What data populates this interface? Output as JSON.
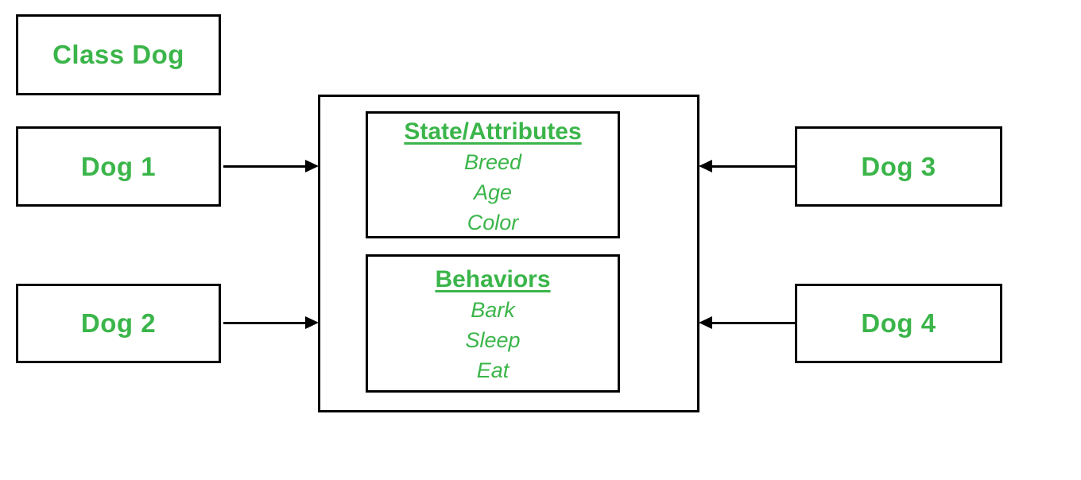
{
  "diagram": {
    "class_box": {
      "label": "Class Dog"
    },
    "instances": [
      {
        "id": "dog-1",
        "label": "Dog 1",
        "side": "left"
      },
      {
        "id": "dog-2",
        "label": "Dog 2",
        "side": "left"
      },
      {
        "id": "dog-3",
        "label": "Dog 3",
        "side": "right"
      },
      {
        "id": "dog-4",
        "label": "Dog 4",
        "side": "right"
      }
    ],
    "sections": [
      {
        "title": "State/Attributes",
        "items": [
          "Breed",
          "Age",
          "Color"
        ]
      },
      {
        "title": "Behaviors",
        "items": [
          "Bark",
          "Sleep",
          "Eat"
        ]
      }
    ],
    "connectors": [
      {
        "from": "Dog 1",
        "to": "class-body",
        "direction": "right"
      },
      {
        "from": "Dog 2",
        "to": "class-body",
        "direction": "right"
      },
      {
        "from": "Dog 3",
        "to": "class-body",
        "direction": "left"
      },
      {
        "from": "Dog 4",
        "to": "class-body",
        "direction": "left"
      }
    ]
  },
  "colors": {
    "text_green": "#3bb54a",
    "border_black": "#000000",
    "background": "#ffffff"
  }
}
